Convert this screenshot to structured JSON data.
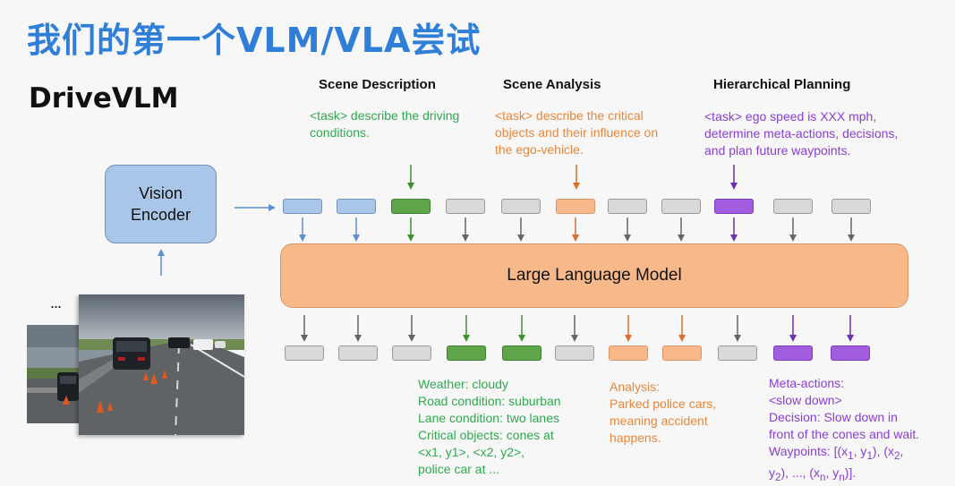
{
  "title": "我们的第一个VLM/VLA尝试",
  "subtitle": "DriveVLM",
  "columns": {
    "scene_description": {
      "heading": "Scene Description",
      "task": "<task> describe the driving\nconditions."
    },
    "scene_analysis": {
      "heading": "Scene Analysis",
      "task": "<task> describe the critical\nobjects and their influence on\nthe ego-vehicle."
    },
    "hierarchical_planning": {
      "heading": "Hierarchical Planning",
      "task": "<task> ego speed is XXX mph,\ndetermine meta-actions, decisions,\nand plan future waypoints."
    }
  },
  "vision_encoder": {
    "label": "Vision\nEncoder"
  },
  "llm": {
    "label": "Large Language Model"
  },
  "image_stack": {
    "ellipsis": "..."
  },
  "outputs": {
    "weather": "Weather: cloudy\nRoad condition: suburban\nLane condition: two lanes\nCritical objects: cones at\n<x1, y1>, <x2, y2>,\npolice car at ...",
    "analysis": "Analysis:\nParked police cars,\nmeaning accident\nhappens.",
    "meta_actions_lines": [
      "Meta-actions:",
      "<slow down>",
      "Decision: Slow down in",
      "front of the cones and wait."
    ],
    "waypoints": {
      "prefix": "Waypoints: [(x",
      "sub1": "1",
      "mid1": ", y",
      "sub2": "1",
      "mid2": "), (x",
      "sub3": "2",
      "mid3": ",",
      "line2_start": "y",
      "sub4": "2",
      "mid4": "), ..., (x",
      "sub5": "n",
      "mid5": ", y",
      "sub6": "n",
      "end": ")]."
    }
  },
  "input_tokens": [
    "blue",
    "blue",
    "green",
    "gray",
    "gray",
    "orange",
    "gray",
    "gray",
    "purple",
    "gray",
    "gray"
  ],
  "output_tokens": [
    "gray",
    "gray",
    "gray",
    "green",
    "green",
    "gray",
    "orange",
    "orange",
    "gray",
    "purple",
    "purple"
  ],
  "colors": {
    "title": "#2f7fd8",
    "green": "#2fa84f",
    "orange": "#e8873a",
    "purple": "#8a3fd1",
    "blue_box": "#a9c6e8",
    "llm_box": "#f8b98a"
  }
}
